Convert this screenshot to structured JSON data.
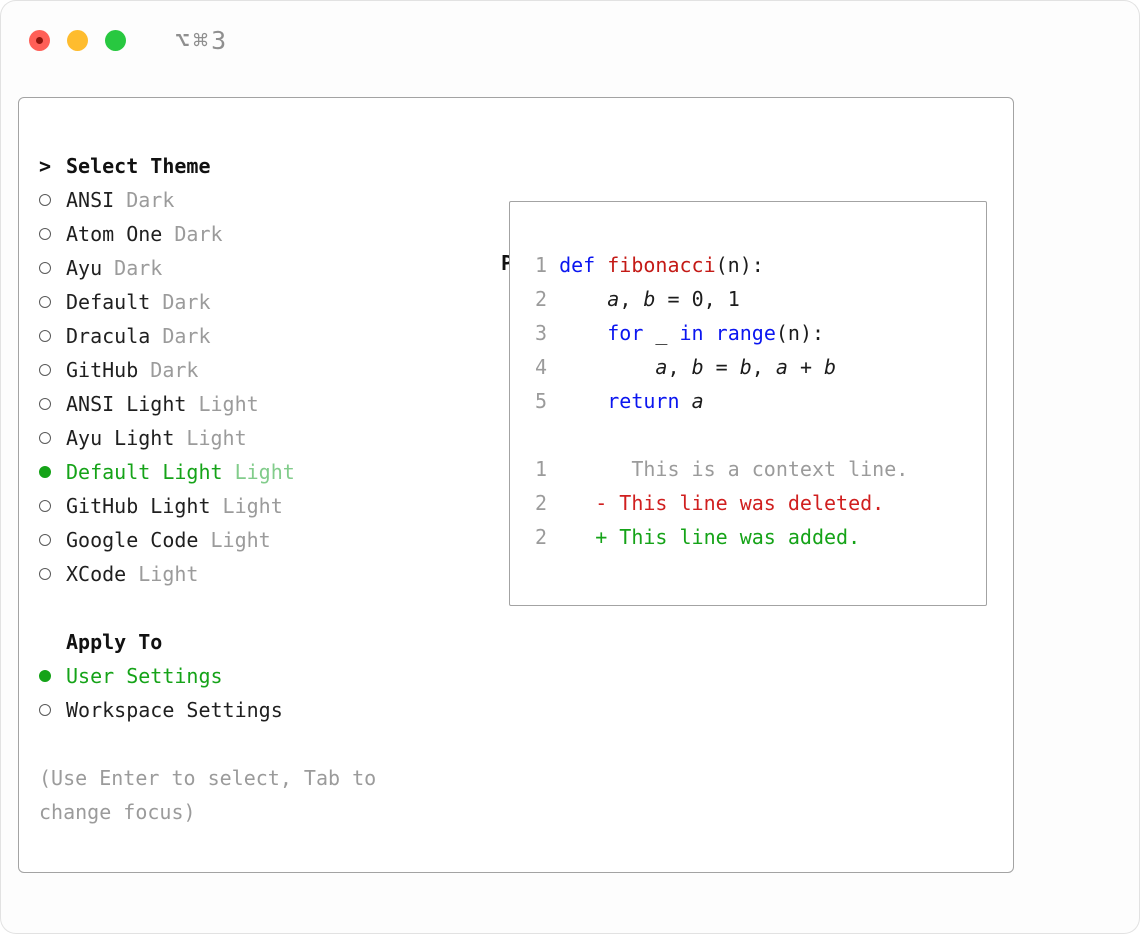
{
  "window": {
    "shortcut_label": "⌥⌘3"
  },
  "colors": {
    "accent_green": "#15a318",
    "variant_green": "#82cc8b",
    "muted_gray": "#9b9b9b",
    "keyword_blue": "#0b16f0",
    "function_red": "#c41a16",
    "deleted_red": "#d01f1f",
    "code_plain": "#1c1c1c"
  },
  "theme_panel": {
    "title_prefix": ">",
    "title": "Select Theme",
    "themes": [
      {
        "name": "ANSI",
        "variant": "Dark",
        "selected": false
      },
      {
        "name": "Atom One",
        "variant": "Dark",
        "selected": false
      },
      {
        "name": "Ayu",
        "variant": "Dark",
        "selected": false
      },
      {
        "name": "Default",
        "variant": "Dark",
        "selected": false
      },
      {
        "name": "Dracula",
        "variant": "Dark",
        "selected": false
      },
      {
        "name": "GitHub",
        "variant": "Dark",
        "selected": false
      },
      {
        "name": "ANSI Light",
        "variant": "Light",
        "selected": false
      },
      {
        "name": "Ayu Light",
        "variant": "Light",
        "selected": false
      },
      {
        "name": "Default Light",
        "variant": "Light",
        "selected": true
      },
      {
        "name": "GitHub Light",
        "variant": "Light",
        "selected": false
      },
      {
        "name": "Google Code",
        "variant": "Light",
        "selected": false
      },
      {
        "name": "XCode",
        "variant": "Light",
        "selected": false
      }
    ],
    "apply_to": {
      "title": "Apply To",
      "options": [
        {
          "label": "User Settings",
          "selected": true
        },
        {
          "label": "Workspace Settings",
          "selected": false
        }
      ]
    },
    "help_text": "(Use Enter to select, Tab to change focus)"
  },
  "preview": {
    "title": "Preview",
    "code_lines": [
      {
        "num": "1",
        "tokens": [
          {
            "t": "def ",
            "c": "kw"
          },
          {
            "t": "fibonacci",
            "c": "fn"
          },
          {
            "t": "(n):",
            "c": "pl"
          }
        ]
      },
      {
        "num": "2",
        "tokens": [
          {
            "t": "    ",
            "c": "pl"
          },
          {
            "t": "a",
            "c": "pl",
            "i": true
          },
          {
            "t": ", ",
            "c": "pl"
          },
          {
            "t": "b",
            "c": "pl",
            "i": true
          },
          {
            "t": " = ",
            "c": "pl"
          },
          {
            "t": "0, 1",
            "c": "pl"
          }
        ]
      },
      {
        "num": "3",
        "tokens": [
          {
            "t": "    ",
            "c": "pl"
          },
          {
            "t": "for",
            "c": "kw"
          },
          {
            "t": " _ ",
            "c": "pl"
          },
          {
            "t": "in",
            "c": "kw"
          },
          {
            "t": " ",
            "c": "pl"
          },
          {
            "t": "range",
            "c": "kw"
          },
          {
            "t": "(n):",
            "c": "pl"
          }
        ]
      },
      {
        "num": "4",
        "tokens": [
          {
            "t": "        ",
            "c": "pl"
          },
          {
            "t": "a",
            "c": "pl",
            "i": true
          },
          {
            "t": ", ",
            "c": "pl"
          },
          {
            "t": "b",
            "c": "pl",
            "i": true
          },
          {
            "t": " = ",
            "c": "pl"
          },
          {
            "t": "b",
            "c": "pl",
            "i": true
          },
          {
            "t": ", ",
            "c": "pl"
          },
          {
            "t": "a",
            "c": "pl",
            "i": true
          },
          {
            "t": " + ",
            "c": "pl"
          },
          {
            "t": "b",
            "c": "pl",
            "i": true
          }
        ]
      },
      {
        "num": "5",
        "tokens": [
          {
            "t": "    ",
            "c": "pl"
          },
          {
            "t": "return",
            "c": "kw"
          },
          {
            "t": " ",
            "c": "pl"
          },
          {
            "t": "a",
            "c": "pl",
            "i": true
          }
        ]
      }
    ],
    "diff_lines": [
      {
        "num": "1",
        "text": "      This is a context line.",
        "c": "ctx"
      },
      {
        "num": "2",
        "text": "   - This line was deleted.",
        "c": "del"
      },
      {
        "num": "2",
        "text": "   + This line was added.",
        "c": "add"
      }
    ]
  }
}
